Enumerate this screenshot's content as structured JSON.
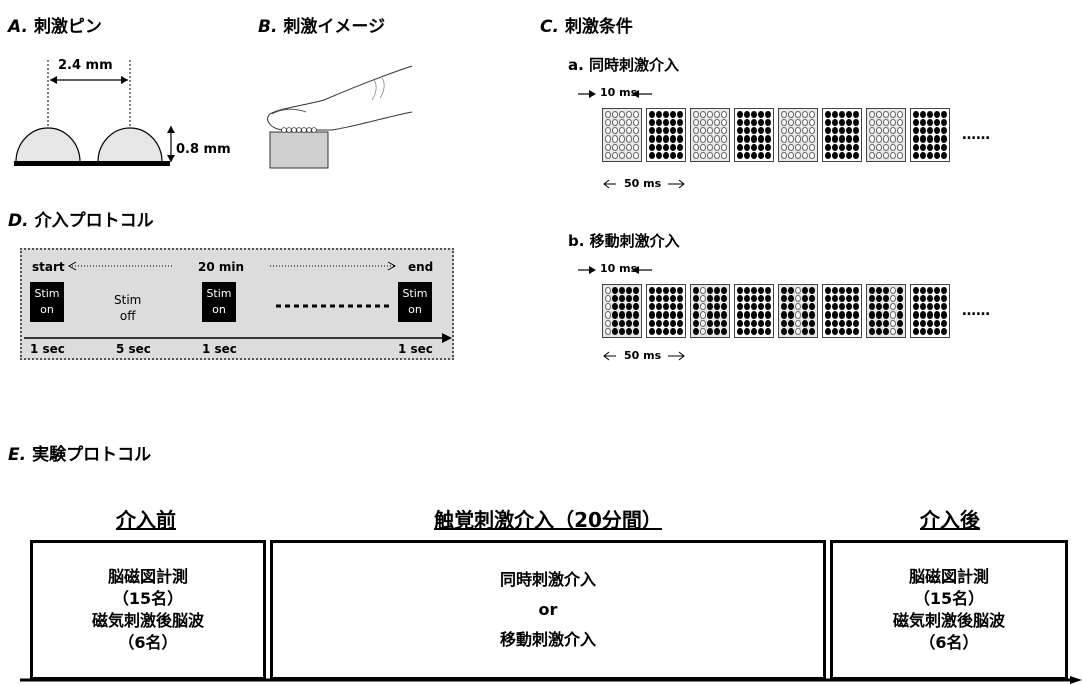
{
  "sections": {
    "A": {
      "letter": "A.",
      "title": "刺激ピン",
      "width_label": "2.4 mm",
      "height_label": "0.8 mm"
    },
    "B": {
      "letter": "B.",
      "title": "刺激イメージ"
    },
    "C": {
      "letter": "C.",
      "title": "刺激条件",
      "a": {
        "title": "a. 同時刺激介入",
        "interval_label": "10 ms",
        "period_label": "50 ms",
        "ellipsis": "……"
      },
      "b": {
        "title": "b. 移動刺激介入",
        "interval_label": "10 ms",
        "period_label": "50 ms",
        "ellipsis": "……"
      }
    },
    "D": {
      "letter": "D.",
      "title": "介入プロトコル",
      "start": "start",
      "duration": "20 min",
      "end": "end",
      "stim_on_line1": "Stim",
      "stim_on_line2": "on",
      "stim_off_line1": "Stim",
      "stim_off_line2": "off",
      "t1": "1 sec",
      "t2": "5 sec",
      "t3": "1 sec",
      "t4": "1 sec"
    },
    "E": {
      "letter": "E.",
      "title": "実験プロトコル",
      "pre": {
        "heading": "介入前",
        "l1": "脳磁図計測",
        "l2": "（15名）",
        "l3": "磁気刺激後脳波",
        "l4": "（6名）"
      },
      "mid": {
        "heading": "触覚刺激介入（20分間）",
        "l1": "同時刺激介入",
        "l2": "or",
        "l3": "移動刺激介入"
      },
      "post": {
        "heading": "介入後",
        "l1": "脳磁図計測",
        "l2": "（15名）",
        "l3": "磁気刺激後脳波",
        "l4": "（6名）"
      }
    }
  }
}
